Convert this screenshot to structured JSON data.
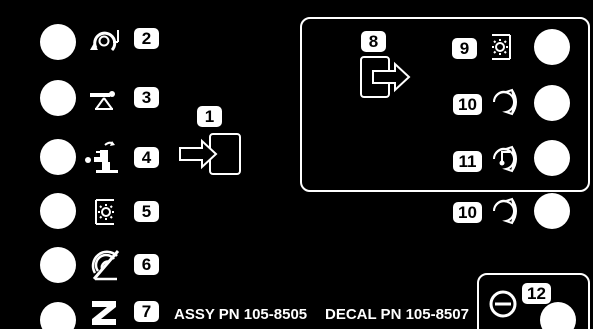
{
  "panel": {
    "colors": {
      "background": "#000000",
      "foreground": "#ffffff"
    },
    "left_column": [
      {
        "badge": "2",
        "icon": "rotation-circle-icon"
      },
      {
        "badge": "3",
        "icon": "table-lever-icon"
      },
      {
        "badge": "4",
        "icon": "press-operator-icon"
      },
      {
        "badge": "5",
        "icon": "light-bulb-icon"
      },
      {
        "badge": "6",
        "icon": "no-signal-icon"
      },
      {
        "badge": "7",
        "icon": "symbol-z-icon"
      }
    ],
    "center": {
      "badge": "1",
      "icon": "input-arrow-icon"
    },
    "right_box": {
      "badge": "8",
      "icon": "output-arrow-icon",
      "items": [
        {
          "badge": "9",
          "icon": "light-output-icon"
        },
        {
          "badge": "10",
          "icon": "horn-icon"
        },
        {
          "badge": "11",
          "icon": "horn-thermo-icon"
        }
      ]
    },
    "outside_item": {
      "badge": "10",
      "icon": "horn-icon"
    },
    "bottom_right": {
      "badge": "12",
      "icon": "minus-circle-icon"
    },
    "footer": {
      "assy": "ASSY PN 105-8505",
      "decal": "DECAL PN 105-8507"
    }
  }
}
